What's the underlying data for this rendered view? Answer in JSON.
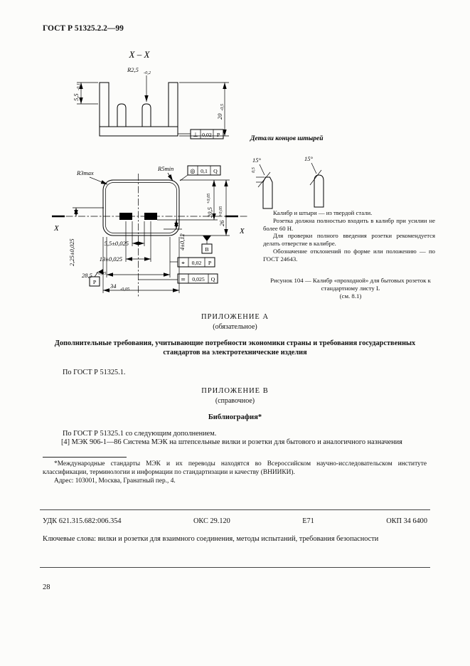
{
  "header": {
    "doc_code": "ГОСТ Р 51325.2.2—99"
  },
  "drawing": {
    "section_label": "X – X",
    "pin_details_title": "Детали концов штырей",
    "section_marks": {
      "left": "X",
      "right": "X"
    },
    "dims": {
      "r_pin": {
        "main": "R2,5",
        "tol": "-0,2"
      },
      "depth_55": {
        "main": "5,5",
        "tol": "-0,1"
      },
      "depth_20": {
        "main": "20",
        "tol": "-0,5"
      },
      "r3max": "R3max",
      "r5min": "R5min",
      "gap_55": "5,5±0,025",
      "width_13": "13±0,025",
      "width_285": {
        "main": "28,5",
        "tol": "+0,05"
      },
      "width_34": {
        "main": "34",
        "tol": "-0,05"
      },
      "offset_225": "2,25±0,025",
      "height_205": {
        "main": "20,5",
        "tol": "+0,05"
      },
      "height_26": {
        "main": "26",
        "tol": "+0,05"
      },
      "offset_4": "4±0,12",
      "chamfer_05": "0,5",
      "angle_left": "15°",
      "angle_right": "15°"
    },
    "frames": {
      "f1": {
        "sym": "⊥",
        "val": "0,02",
        "datum": "Р"
      },
      "f2": {
        "sym": "◎",
        "val": "0,1",
        "datum": "Q"
      },
      "f3": {
        "sym": "⌖",
        "val": "0,02",
        "datum": "Р"
      },
      "f4": {
        "sym": "=",
        "val": "0,025",
        "datum": "Q"
      },
      "datum_b": "В",
      "datum_p": "Р"
    },
    "notes": [
      "Калибр и штыри — из твердой стали.",
      "Розетка должна полностью входить в калибр при усилии не более 60 Н.",
      "Для проверки полного введения розетки рекомендуется делать отверстие в калибре.",
      "Обозначение отклонений по форме или положению — по ГОСТ 24643."
    ],
    "caption": "Рисунок 104 — Калибр «проходной» для бытовых розеток к стандартному листу L",
    "caption_ref": "(см. 8.1)"
  },
  "appendix_a": {
    "title": "ПРИЛОЖЕНИЕ А",
    "type": "(обязательное)",
    "heading": "Дополнительные требования, учитывающие потребности экономики страны и требования государственных стандартов на электротехнические изделия",
    "body": "По ГОСТ Р 51325.1."
  },
  "appendix_b": {
    "title": "ПРИЛОЖЕНИЕ В",
    "type": "(справочное)",
    "heading": "Библиография*",
    "para1": "По ГОСТ Р 51325.1 со следующим дополнением.",
    "para2": "[4] МЭК 906-1—86 Система МЭК на штепсельные вилки и розетки для бытового и аналогичного назначения"
  },
  "footnote": {
    "text": "*Международные стандарты МЭК и их переводы находятся во Всероссийском научно-исследовательском институте классификации, терминологии и информации по стандартизации и качеству (ВНИИКИ).",
    "address": "Адрес: 103001, Москва, Гранатный пер., 4."
  },
  "codes": {
    "udk": "УДК 621.315.682:006.354",
    "oks": "ОКС 29.120",
    "e": "Е71",
    "okp": "ОКП 34 6400"
  },
  "keywords": "Ключевые слова: вилки и розетки для взаимного соединения, методы испытаний, требования безопасности",
  "page_number": "28"
}
